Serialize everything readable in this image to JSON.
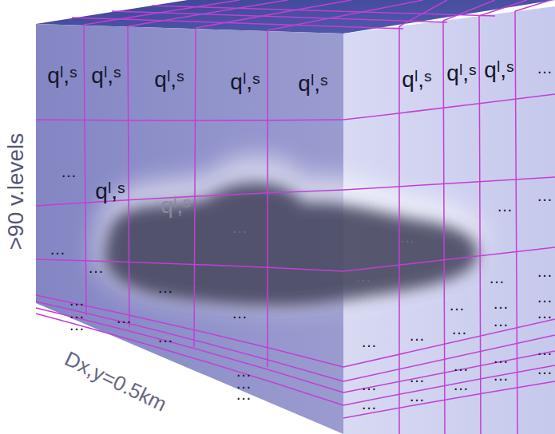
{
  "diagram": {
    "labels": [
      ">90 v.levels",
      "Dx,y=0.5km",
      "qˡ,ˢ",
      "qˡ,ˢ",
      "qˡ,ˢ",
      "qˡ,ˢ",
      "qˡ,ˢ",
      "qˡ,ˢ",
      "qˡ,ˢ",
      "qˡ,ˢ",
      "qˡ,ˢ",
      "qˡ,ˢ",
      "…",
      "…",
      "…",
      "…",
      "…",
      "…",
      "…",
      "…",
      "…",
      "…",
      "…",
      "…",
      "…",
      "…",
      "…",
      "…",
      "…",
      "…",
      "…",
      "…",
      "…",
      "…",
      "…",
      "…",
      "…",
      "…",
      "…",
      "…",
      "…",
      "…",
      "…",
      "…",
      "…",
      "…",
      "…",
      "…",
      "…",
      "…",
      "…",
      "…"
    ]
  }
}
